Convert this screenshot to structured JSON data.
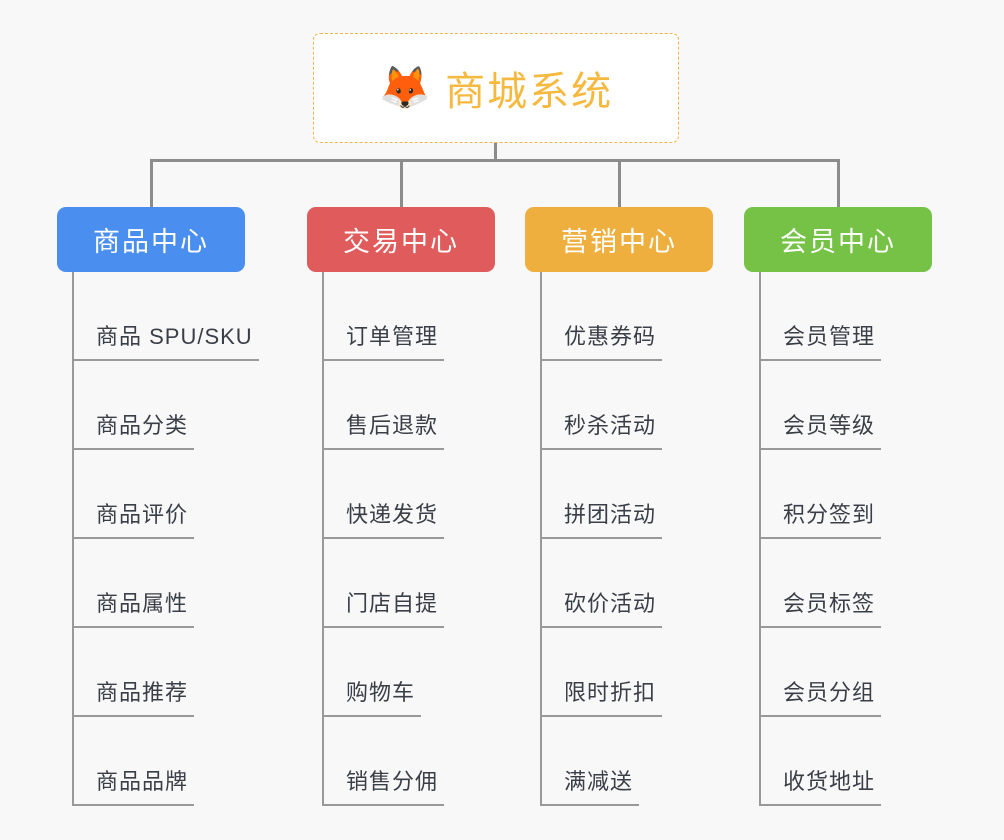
{
  "root": {
    "icon": "fox-face-icon",
    "icon_glyph": "🦊",
    "title": "商城系统",
    "border_color": "#f0b24a",
    "text_color": "#f5b93f"
  },
  "theme": {
    "background": "#f8f8f9",
    "connector_color": "#8c8c8c",
    "leaf_line_color": "#999999",
    "leaf_text_color": "#3a3f47"
  },
  "branches": [
    {
      "title": "商品中心",
      "color": "#4a8ef0",
      "items": [
        {
          "label": "商品 SPU/SKU"
        },
        {
          "label": "商品分类"
        },
        {
          "label": "商品评价"
        },
        {
          "label": "商品属性"
        },
        {
          "label": "商品推荐"
        },
        {
          "label": "商品品牌"
        }
      ]
    },
    {
      "title": "交易中心",
      "color": "#e05b5b",
      "items": [
        {
          "label": "订单管理"
        },
        {
          "label": "售后退款"
        },
        {
          "label": "快递发货"
        },
        {
          "label": "门店自提"
        },
        {
          "label": "购物车"
        },
        {
          "label": "销售分佣"
        }
      ]
    },
    {
      "title": "营销中心",
      "color": "#eeaf3e",
      "items": [
        {
          "label": "优惠券码"
        },
        {
          "label": "秒杀活动"
        },
        {
          "label": "拼团活动"
        },
        {
          "label": "砍价活动"
        },
        {
          "label": "限时折扣"
        },
        {
          "label": "满减送"
        }
      ]
    },
    {
      "title": "会员中心",
      "color": "#76c246",
      "items": [
        {
          "label": "会员管理"
        },
        {
          "label": "会员等级"
        },
        {
          "label": "积分签到"
        },
        {
          "label": "会员标签"
        },
        {
          "label": "会员分组"
        },
        {
          "label": "收货地址"
        }
      ]
    }
  ]
}
